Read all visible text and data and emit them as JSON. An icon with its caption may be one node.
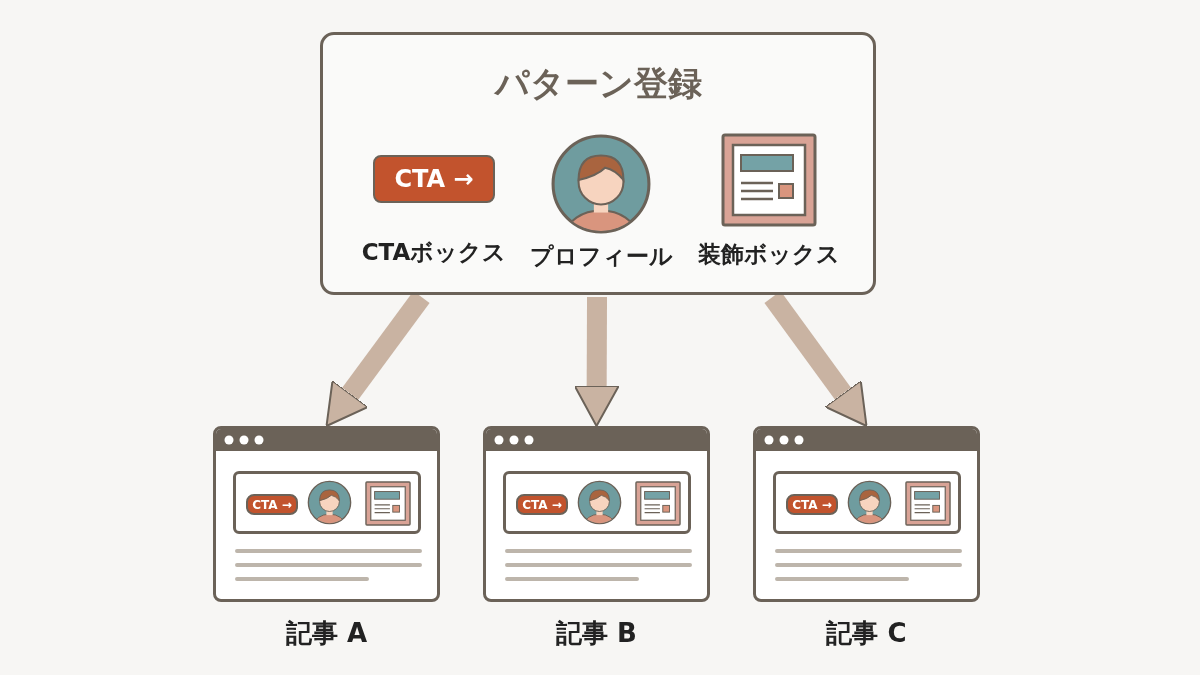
{
  "diagram": {
    "nodes": [
      {
        "text": [
          "パターン登録"
        ]
      },
      {
        "text": [
          "CTA →"
        ],
        "in": 0,
        "beside": [
          "CTAボックス"
        ]
      },
      {
        "text": [],
        "shape": "person",
        "in": 0,
        "beside": [
          "プロフィール"
        ]
      },
      {
        "text": [],
        "shape": "box",
        "in": 0,
        "beside": [
          "装飾ボックス"
        ]
      },
      {
        "text": [
          "記事 A"
        ]
      },
      {
        "text": [
          "CTA →"
        ],
        "in": 4
      },
      {
        "text": [
          "記事 B"
        ]
      },
      {
        "text": [
          "CTA →"
        ],
        "in": 6
      },
      {
        "text": [
          "記事 C"
        ]
      },
      {
        "text": [
          "CTA →"
        ],
        "in": 8
      }
    ],
    "edges": [
      {
        "from": 0,
        "to": 4,
        "arrow": "to"
      },
      {
        "from": 0,
        "to": 6,
        "arrow": "to"
      },
      {
        "from": 0,
        "to": 8,
        "arrow": "to"
      }
    ]
  }
}
